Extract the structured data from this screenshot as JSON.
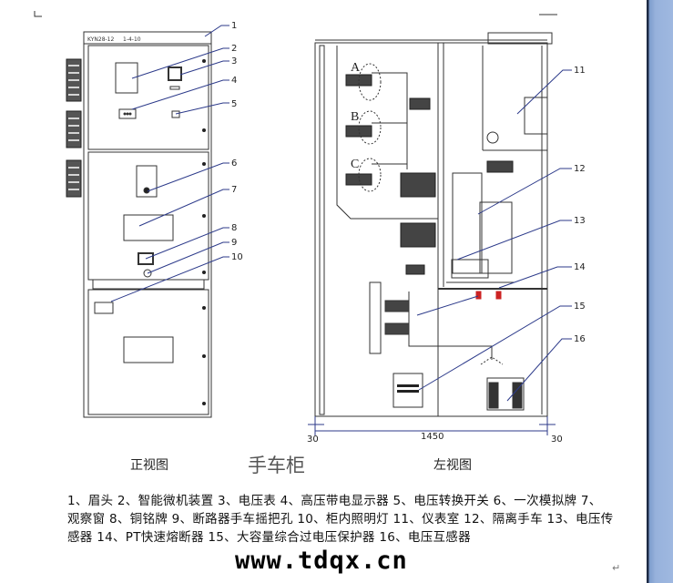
{
  "drawing": {
    "front_labels": [
      "1",
      "2",
      "3",
      "4",
      "5",
      "6",
      "7",
      "8",
      "9",
      "10"
    ],
    "side_labels": [
      "11",
      "12",
      "13",
      "14",
      "15",
      "16"
    ],
    "phases": [
      "A",
      "B",
      "C"
    ],
    "dimensions": {
      "left": "30",
      "width": "1450",
      "right": "30"
    },
    "header_text": [
      "KYN28-12",
      "1-4-10"
    ]
  },
  "captions": {
    "front": "正视图",
    "title": "手车柜",
    "side": "左视图"
  },
  "legend": "1、眉头 2、智能微机装置 3、电压表 4、高压带电显示器 5、电压转换开关 6、一次模拟牌 7、观察窗 8、铜铭牌 9、断路器手车摇把孔 10、柜内照明灯 11、仪表室 12、隔离手车 13、电压传感器 14、PT快速熔断器 15、大容量综合过电压保护器 16、电压互感器",
  "website": "www.tdqx.cn",
  "paragraph_mark": "↵",
  "colors": {
    "line": "#333333",
    "leader": "#2c3a8a",
    "fuse": "#cc2222",
    "sidebar": "#97b2dc"
  }
}
